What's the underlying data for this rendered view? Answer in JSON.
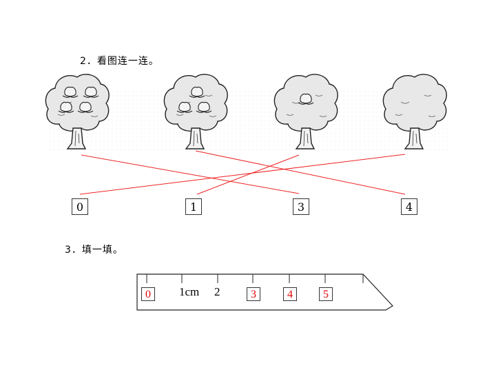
{
  "section2": {
    "heading": "2．看图连一连。",
    "trees": [
      {
        "peaches": 4
      },
      {
        "peaches": 3
      },
      {
        "peaches": 1
      },
      {
        "peaches": 0
      }
    ],
    "boxes": [
      "0",
      "1",
      "3",
      "4"
    ]
  },
  "section3": {
    "heading": "3．填一填。",
    "ruler": {
      "printed": [
        "1cm",
        "2"
      ],
      "answers": [
        "0",
        "3",
        "4",
        "5"
      ]
    }
  },
  "colors": {
    "answer": "#e00000",
    "line": "#ee2222",
    "tree": "#e8e8e8",
    "peach": "#f4f4f4"
  }
}
